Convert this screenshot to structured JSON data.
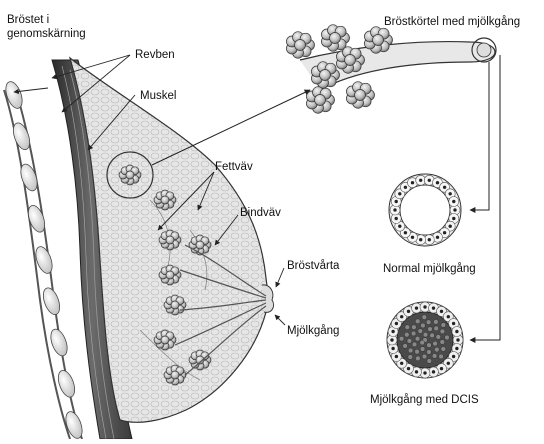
{
  "labels": {
    "cross_section": [
      "Bröstet i",
      "genomskärning"
    ],
    "ribs": "Revben",
    "muscle": "Muskel",
    "fat_tissue": "Fettväv",
    "connective_tissue": "Bindväv",
    "nipple": "Bröstvårta",
    "milk_duct": "Mjölkgång",
    "gland_with_duct": "Bröstkörtel med mjölkgång",
    "normal_duct": "Normal mjölkgång",
    "duct_with_dcis": "Mjölkgång med DCIS"
  }
}
